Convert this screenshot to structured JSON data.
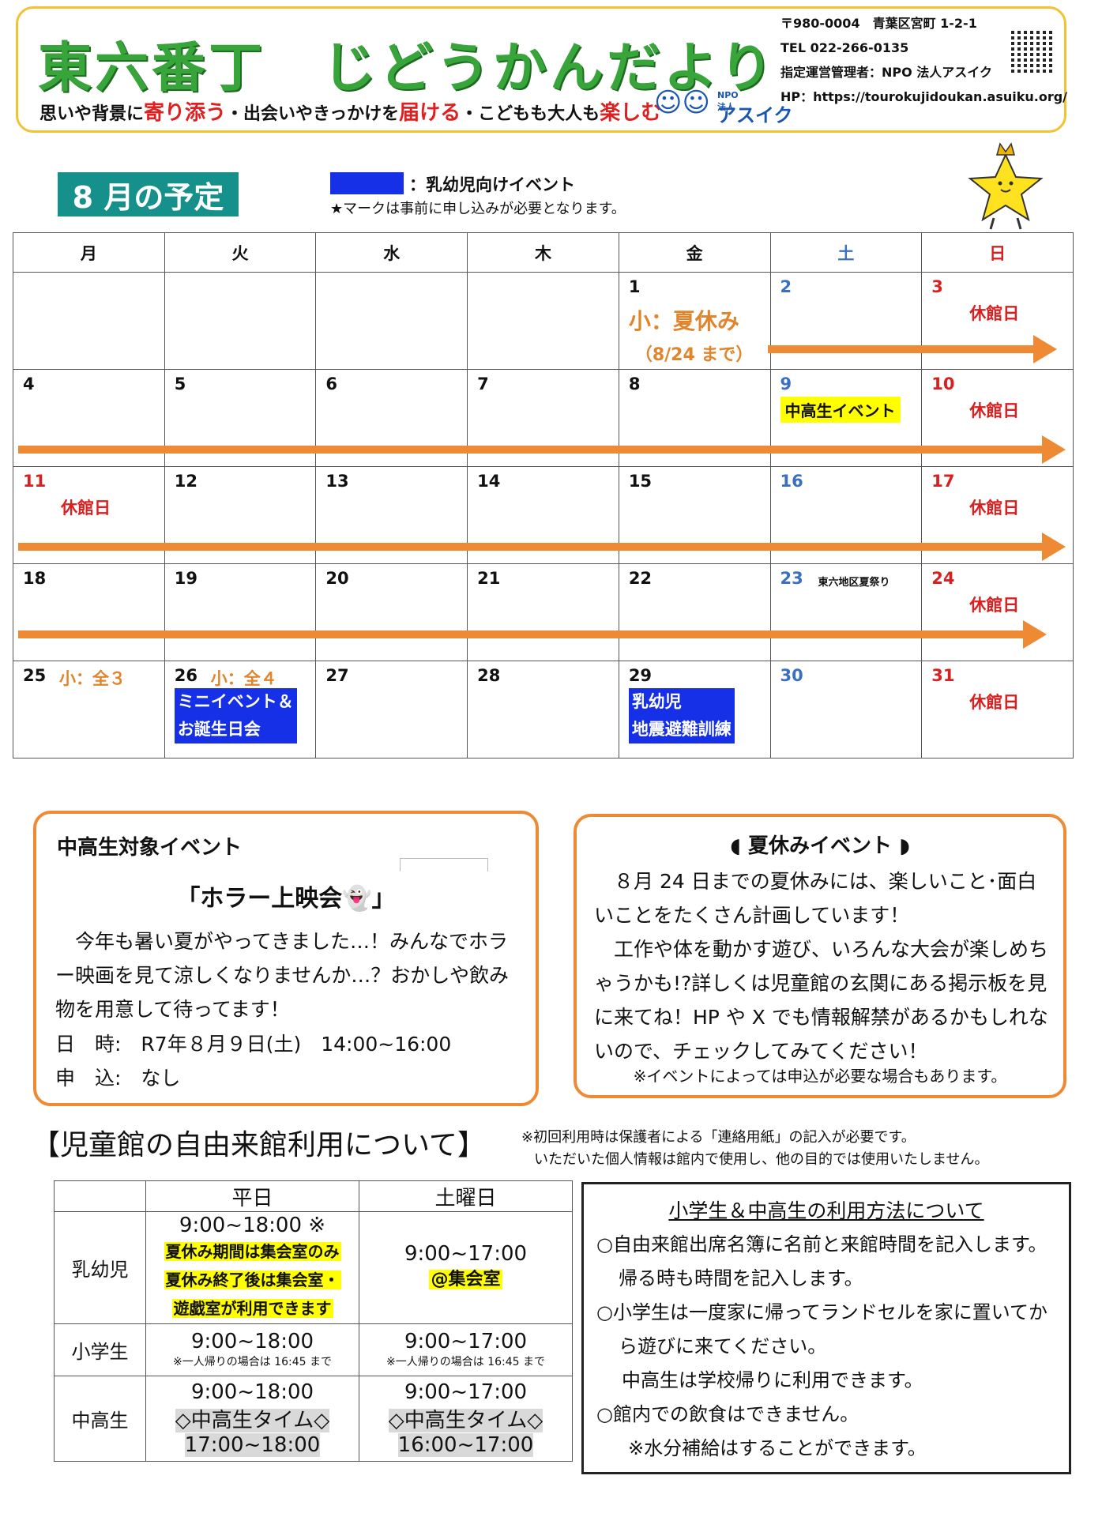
{
  "header": {
    "title": "東六番丁　じどうかんだより",
    "motto": [
      "思いや背景に",
      "寄り添う",
      "・出会いやきっかけを",
      "届ける",
      "・こどもも大人も",
      "楽しむ"
    ],
    "logo_npo": "NPO法人",
    "logo_name": "アスイク",
    "address": "〒980-0004　青葉区宮町 1-2-1",
    "tel": "TEL 022-266-0135",
    "manager": "指定運営管理者：NPO 法人アスイク",
    "hp": "HP：https://tourokujidoukan.asuiku.org/"
  },
  "schedule": {
    "month_label": "8 月の予定",
    "legend_text": "：乳幼児向けイベント",
    "legend_note": "★マークは事前に申し込みが必要となります。",
    "colors": {
      "legend_blue": "#1530e6",
      "arrow_orange": "#ee8a33",
      "title_green": "#37a53a",
      "heading_teal": "#15908a"
    }
  },
  "calendar": {
    "weekdays": [
      "月",
      "火",
      "水",
      "木",
      "金",
      "土",
      "日"
    ],
    "closed_label": "休館日",
    "days": {
      "d1": "1",
      "d2": "2",
      "d3": "3",
      "d4": "4",
      "d5": "5",
      "d6": "6",
      "d7": "7",
      "d8": "8",
      "d9": "9",
      "d10": "10",
      "d11": "11",
      "d12": "12",
      "d13": "13",
      "d14": "14",
      "d15": "15",
      "d16": "16",
      "d17": "17",
      "d18": "18",
      "d19": "19",
      "d20": "20",
      "d21": "21",
      "d22": "22",
      "d23": "23",
      "d24": "24",
      "d25": "25",
      "d26": "26",
      "d27": "27",
      "d28": "28",
      "d29": "29",
      "d30": "30",
      "d31": "31"
    },
    "events": {
      "summer_break": "小：夏休み",
      "summer_until": "（8/24 まで）",
      "teen_event": "中高生イベント",
      "festival": "東六地区夏祭り",
      "note_25": "小：全３",
      "note_26": "小：全４",
      "mini_event_1": "ミニイベント＆",
      "mini_event_2": "お誕生日会",
      "quake_1": "乳幼児",
      "quake_2": "地震避難訓練"
    }
  },
  "teen_event": {
    "heading": "中高生対象イベント",
    "title": "「ホラー上映会",
    "title_end": "」",
    "body": "今年も暑い夏がやってきました…！みんなでホラー映画を見て涼しくなりませんか…？おかしや飲み物を用意して待ってます！",
    "date": "日　時:　R7年８月９日(土)　14:00~16:00",
    "apply": "申　込:　なし"
  },
  "summer_event": {
    "heading": "夏休みイベント",
    "body1": "８月 24 日までの夏休みには、楽しいこと･面白いことをたくさん計画しています！",
    "body2": "工作や体を動かす遊び、いろんな大会が楽しめちゃうかも!?詳しくは児童館の玄関にある掲示板を見に来てね！HP や X でも情報解禁があるかもしれないので、チェックしてみてください！",
    "note": "※イベントによっては申込が必要な場合もあります。"
  },
  "hours": {
    "title": "【児童館の自由来館利用について】",
    "note1": "※初回利用時は保護者による「連絡用紙」の記入が必要です。",
    "note2": "いただいた個人情報は館内で使用し、他の目的では使用いたしません。",
    "col_weekday": "平日",
    "col_saturday": "土曜日",
    "infant": "乳幼児",
    "infant_weekday": "9:00~18:00 ※",
    "infant_weekday_hl1": "夏休み期間は集会室のみ",
    "infant_weekday_hl2": "夏休み終了後は集会室・",
    "infant_weekday_hl3": "遊戯室が利用できます",
    "infant_sat": "9:00~17:00",
    "infant_sat_hl": "@集会室",
    "elem": "小学生",
    "elem_weekday": "9:00~18:00",
    "elem_weekday_note": "※一人帰りの場合は 16:45 まで",
    "elem_sat": "9:00~17:00",
    "elem_sat_note": "※一人帰りの場合は 16:45 まで",
    "teen": "中高生",
    "teen_weekday": "9:00~18:00",
    "teen_time_label": "◇中高生タイム◇",
    "teen_weekday_time": "17:00~18:00",
    "teen_sat": "9:00~17:00",
    "teen_sat_time": "16:00~17:00"
  },
  "usage": {
    "title": "小学生＆中高生の利用方法について",
    "l1": "○自由来館出席名簿に名前と来館時間を記入します。",
    "l2": "帰る時も時間を記入します。",
    "l3": "○小学生は一度家に帰ってランドセルを家に置いてか",
    "l4": "ら遊びに来てください。",
    "l5": "中高生は学校帰りに利用できます。",
    "l6": "○館内での飲食はできません。",
    "l7": "※水分補給はすることができます。"
  }
}
